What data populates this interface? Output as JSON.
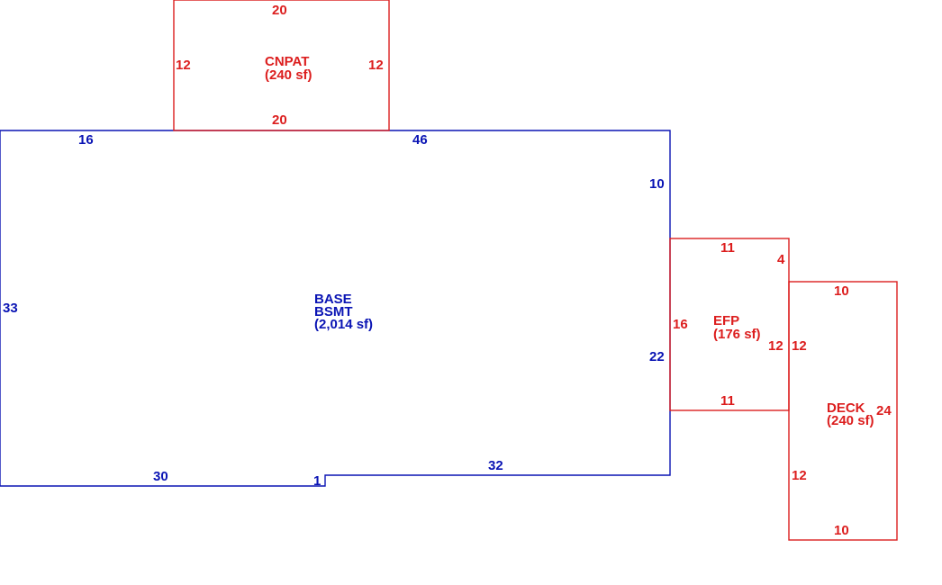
{
  "colors": {
    "base": "#0a14b4",
    "addition": "#dc1e1e"
  },
  "base": {
    "labels": [
      "BASE",
      "BSMT",
      "(2,014 sf)"
    ],
    "dims": {
      "top_left": "16",
      "top_right": "46",
      "right_upper": "10",
      "right_lower": "22",
      "left": "33",
      "bottom_left": "30",
      "step": "1",
      "bottom_right": "32"
    }
  },
  "cnpat": {
    "labels": [
      "CNPAT",
      "(240 sf)"
    ],
    "dims": {
      "top": "20",
      "bottom": "20",
      "left": "12",
      "right": "12"
    }
  },
  "efp": {
    "labels": [
      "EFP",
      "(176 sf)"
    ],
    "dims": {
      "top": "11",
      "bottom": "11",
      "left": "16",
      "right": "12",
      "corner": "4"
    }
  },
  "deck": {
    "labels": [
      "DECK",
      "(240 sf)"
    ],
    "dims": {
      "top": "10",
      "bottom": "10",
      "right": "24",
      "left_upper": "12",
      "left_lower": "12"
    }
  }
}
